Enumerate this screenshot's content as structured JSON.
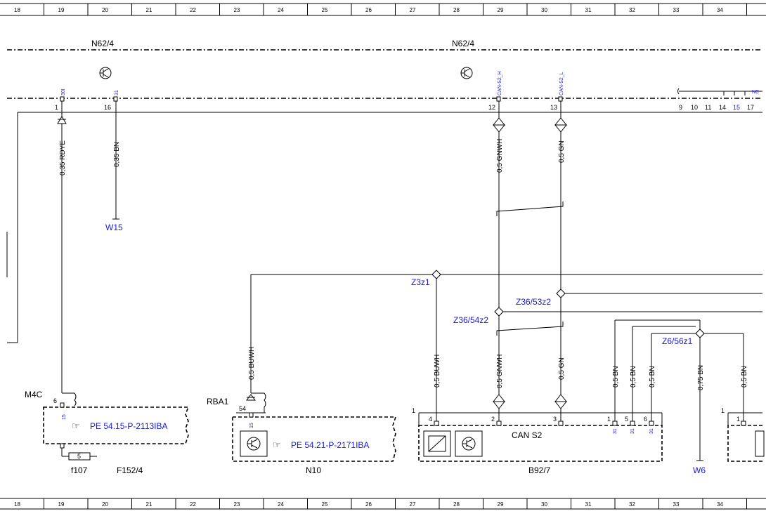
{
  "ruler": [
    "18",
    "19",
    "20",
    "21",
    "22",
    "23",
    "24",
    "25",
    "26",
    "27",
    "28",
    "29",
    "30",
    "31",
    "32",
    "33",
    "34"
  ],
  "components": {
    "n62_4_left": "N62/4",
    "n62_4_right": "N62/4",
    "f152_4": "F152/4",
    "n10": "N10",
    "b92_7": "B92/7",
    "f107": "f107",
    "m4c": "M4C",
    "rba1": "RBA1",
    "can_s2": "CAN S2"
  },
  "grounds": {
    "w15": "W15",
    "w6": "W6"
  },
  "connectors": {
    "pin1": "1",
    "pin16": "16",
    "pin12": "12",
    "pin13": "13",
    "pins_right": [
      "9",
      "10",
      "11",
      "14",
      "15",
      "17"
    ],
    "pin_m4c": "6",
    "pin_f107": "5",
    "pin_rba1": "54",
    "b92_pins": [
      "4",
      "2",
      "3",
      "1",
      "5",
      "6"
    ],
    "b92_left_one": "1",
    "right_one": "1",
    "right_pin": "1"
  },
  "signals": {
    "s30i": "30I",
    "s31": "31",
    "can_h": "CAN-S2_H",
    "can_l": "CAN-S2_L",
    "s15": "15",
    "s15b": "15",
    "s31a": "31",
    "s31b": "31",
    "s31c": "31",
    "nc": "NC"
  },
  "wires": {
    "w_rdye": "0,35 RDYE",
    "w_bn035": "0,35 BN",
    "w_gnwh_top": "0,5 GNWH",
    "w_gn_top": "0,5 GN",
    "w_buwh_n10": "0,5 BUWH",
    "w_buwh_b92": "0,5 BUWH",
    "w_gnwh_bot": "0,5 GNWH",
    "w_gn_bot": "0,5 GN",
    "w_bn1": "0,5 BN",
    "w_bn2": "0,5 BN",
    "w_bn3": "0,5 BN",
    "w_bn075": "0,75 BN",
    "w_bn4": "0,5 BN"
  },
  "splices": {
    "z3z1": "Z3z1",
    "z36_53z2": "Z36/53z2",
    "z36_54z2": "Z36/54z2",
    "z6_56z1": "Z6/56z1"
  },
  "references": {
    "pe_2113": "PE 54.15-P-2113IBA",
    "pe_2171": "PE 54.21-P-2171IBA"
  }
}
